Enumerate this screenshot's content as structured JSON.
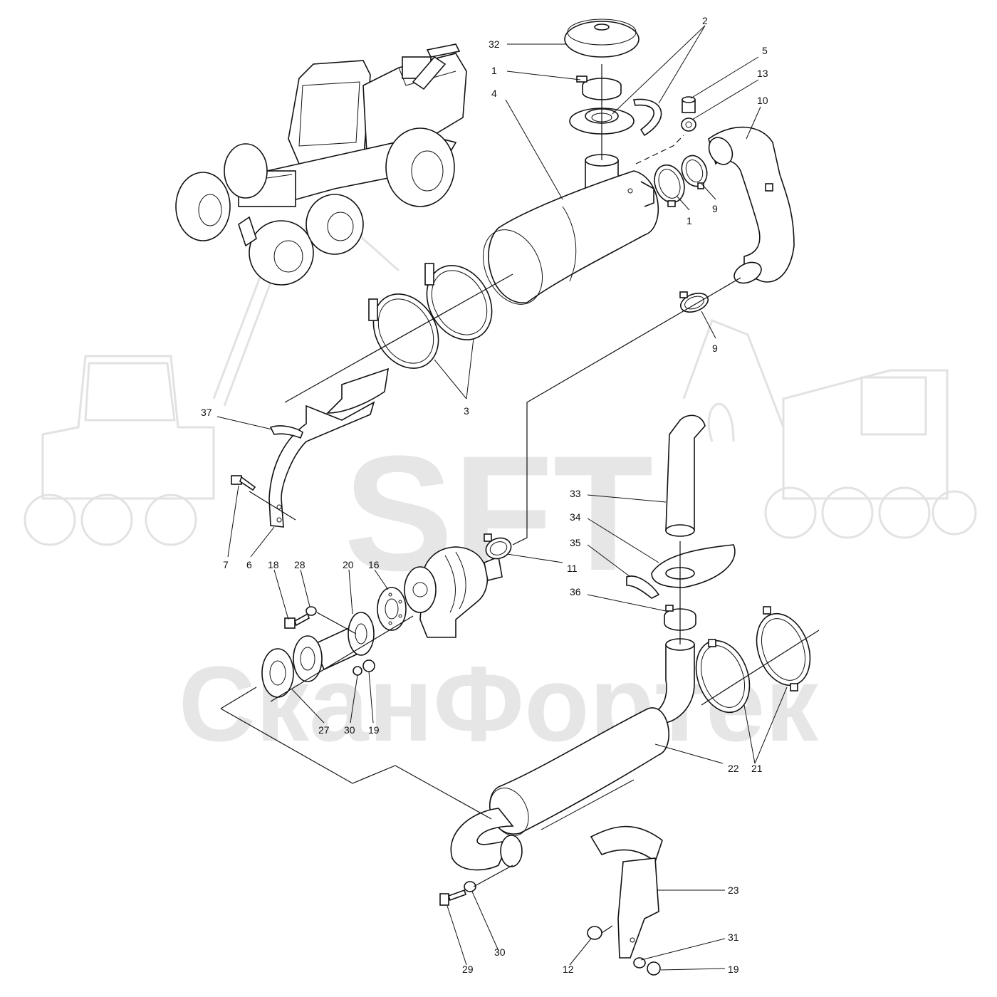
{
  "watermark": {
    "logo": "SFT",
    "company": "СканФортек"
  },
  "callouts": [
    {
      "id": "c32",
      "text": "32"
    },
    {
      "id": "c2",
      "text": "2"
    },
    {
      "id": "c5",
      "text": "5"
    },
    {
      "id": "c13",
      "text": "13"
    },
    {
      "id": "c1a",
      "text": "1"
    },
    {
      "id": "c4",
      "text": "4"
    },
    {
      "id": "c10",
      "text": "10"
    },
    {
      "id": "c1b",
      "text": "1"
    },
    {
      "id": "c9a",
      "text": "9"
    },
    {
      "id": "c9b",
      "text": "9"
    },
    {
      "id": "c3",
      "text": "3"
    },
    {
      "id": "c37",
      "text": "37"
    },
    {
      "id": "c33",
      "text": "33"
    },
    {
      "id": "c34",
      "text": "34"
    },
    {
      "id": "c35",
      "text": "35"
    },
    {
      "id": "c36",
      "text": "36"
    },
    {
      "id": "c7",
      "text": "7"
    },
    {
      "id": "c6",
      "text": "6"
    },
    {
      "id": "c18",
      "text": "18"
    },
    {
      "id": "c28",
      "text": "28"
    },
    {
      "id": "c20",
      "text": "20"
    },
    {
      "id": "c16",
      "text": "16"
    },
    {
      "id": "c11",
      "text": "11"
    },
    {
      "id": "c27",
      "text": "27"
    },
    {
      "id": "c30a",
      "text": "30"
    },
    {
      "id": "c19a",
      "text": "19"
    },
    {
      "id": "c22",
      "text": "22"
    },
    {
      "id": "c21",
      "text": "21"
    },
    {
      "id": "c23",
      "text": "23"
    },
    {
      "id": "c31",
      "text": "31"
    },
    {
      "id": "c19b",
      "text": "19"
    },
    {
      "id": "c12",
      "text": "12"
    },
    {
      "id": "c29",
      "text": "29"
    },
    {
      "id": "c30b",
      "text": "30"
    }
  ]
}
